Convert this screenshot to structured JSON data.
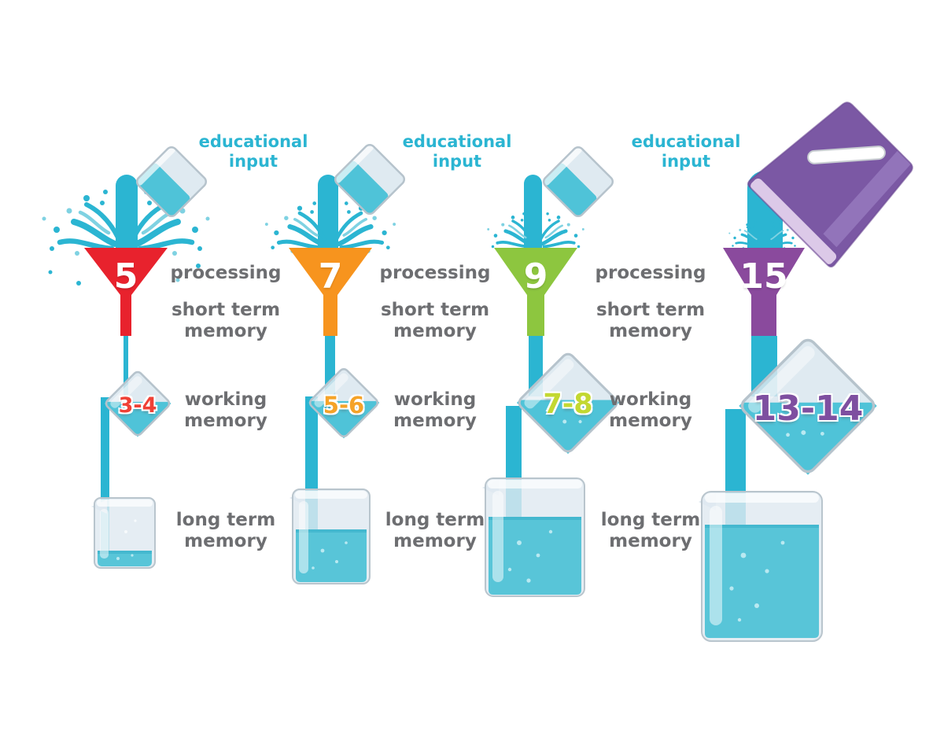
{
  "diagram": {
    "background": "#ffffff",
    "input_label": "educational input",
    "stage_labels": {
      "processing": "processing",
      "short_term": "short term memory",
      "working": "working memory",
      "long_term": "long term memory"
    },
    "columns": [
      {
        "funnel_capacity": "5",
        "funnel_color": "#e8222d",
        "working_memory_range": "3-4",
        "range_color": "#ef4136",
        "input_vessel": "beaker",
        "spill": "large",
        "long_term_fill_percent": 25
      },
      {
        "funnel_capacity": "7",
        "funnel_color": "#f7941e",
        "working_memory_range": "5-6",
        "range_color": "#f5a328",
        "input_vessel": "beaker",
        "spill": "medium",
        "long_term_fill_percent": 55
      },
      {
        "funnel_capacity": "9",
        "funnel_color": "#8dc63f",
        "working_memory_range": "7-8",
        "range_color": "#c3d831",
        "input_vessel": "beaker",
        "spill": "small",
        "long_term_fill_percent": 67
      },
      {
        "funnel_capacity": "15",
        "funnel_color": "#8a4a9d",
        "working_memory_range": "13-14",
        "range_color": "#7e4fa0",
        "input_vessel": "bucket",
        "spill": "minimal",
        "long_term_fill_percent": 78
      }
    ],
    "colors": {
      "stream_water": "#2bb5d2",
      "beaker_water": "#58c5d8",
      "splash_light": "#7fd2e2",
      "label_text": "#6d6e71",
      "input_label_text": "#2bb5d2",
      "bucket_purple": "#7b58a4"
    }
  }
}
